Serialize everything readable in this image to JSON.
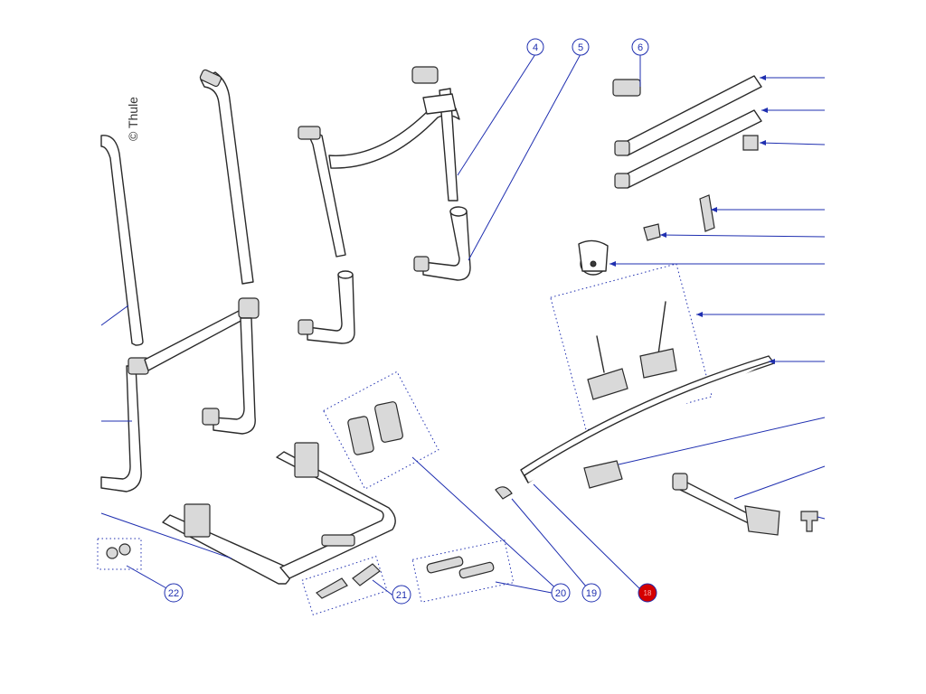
{
  "copyright": "© Thule",
  "callouts": {
    "c22": "22",
    "c21": "21",
    "c20": "20",
    "c19": "19",
    "c18": "18",
    "top_a": "4",
    "top_b": "5",
    "top_c": "6"
  },
  "colors": {
    "leader": "#1f2fb0",
    "highlight": "#d40000"
  }
}
